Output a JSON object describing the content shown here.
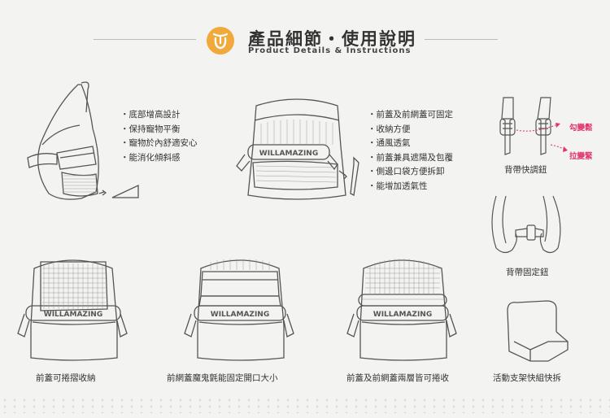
{
  "header": {
    "title": "產品細節・使用說明",
    "subtitle": "Product Details & Instructions"
  },
  "brand_mark": "WILLAMAZING",
  "feature_lists": {
    "left": [
      "底部增高設計",
      "保持寵物平衡",
      "寵物於內舒適安心",
      "能消化傾斜感"
    ],
    "middle": [
      "前蓋及前網蓋可固定",
      "收納方便",
      "通風透氣",
      "前蓋兼具遮陽及包覆",
      "側邊口袋方便拆卸",
      "能增加透氣性"
    ]
  },
  "strap_labels": {
    "tighten": "勾變鬆",
    "loosen": "拉變緊",
    "adjust_caption": "背帶快調鈕",
    "fix_caption": "背帶固定鈕"
  },
  "captions": {
    "c1": "前蓋可捲摺收納",
    "c2": "前網蓋魔鬼氈能固定開口大小",
    "c3": "前蓋及前網蓋兩層皆可捲收",
    "c4": "活動支架快組快拆"
  },
  "colors": {
    "accent": "#f2a93b",
    "pink": "#e0336b",
    "line": "#555555",
    "background": "#f3f4f2"
  }
}
